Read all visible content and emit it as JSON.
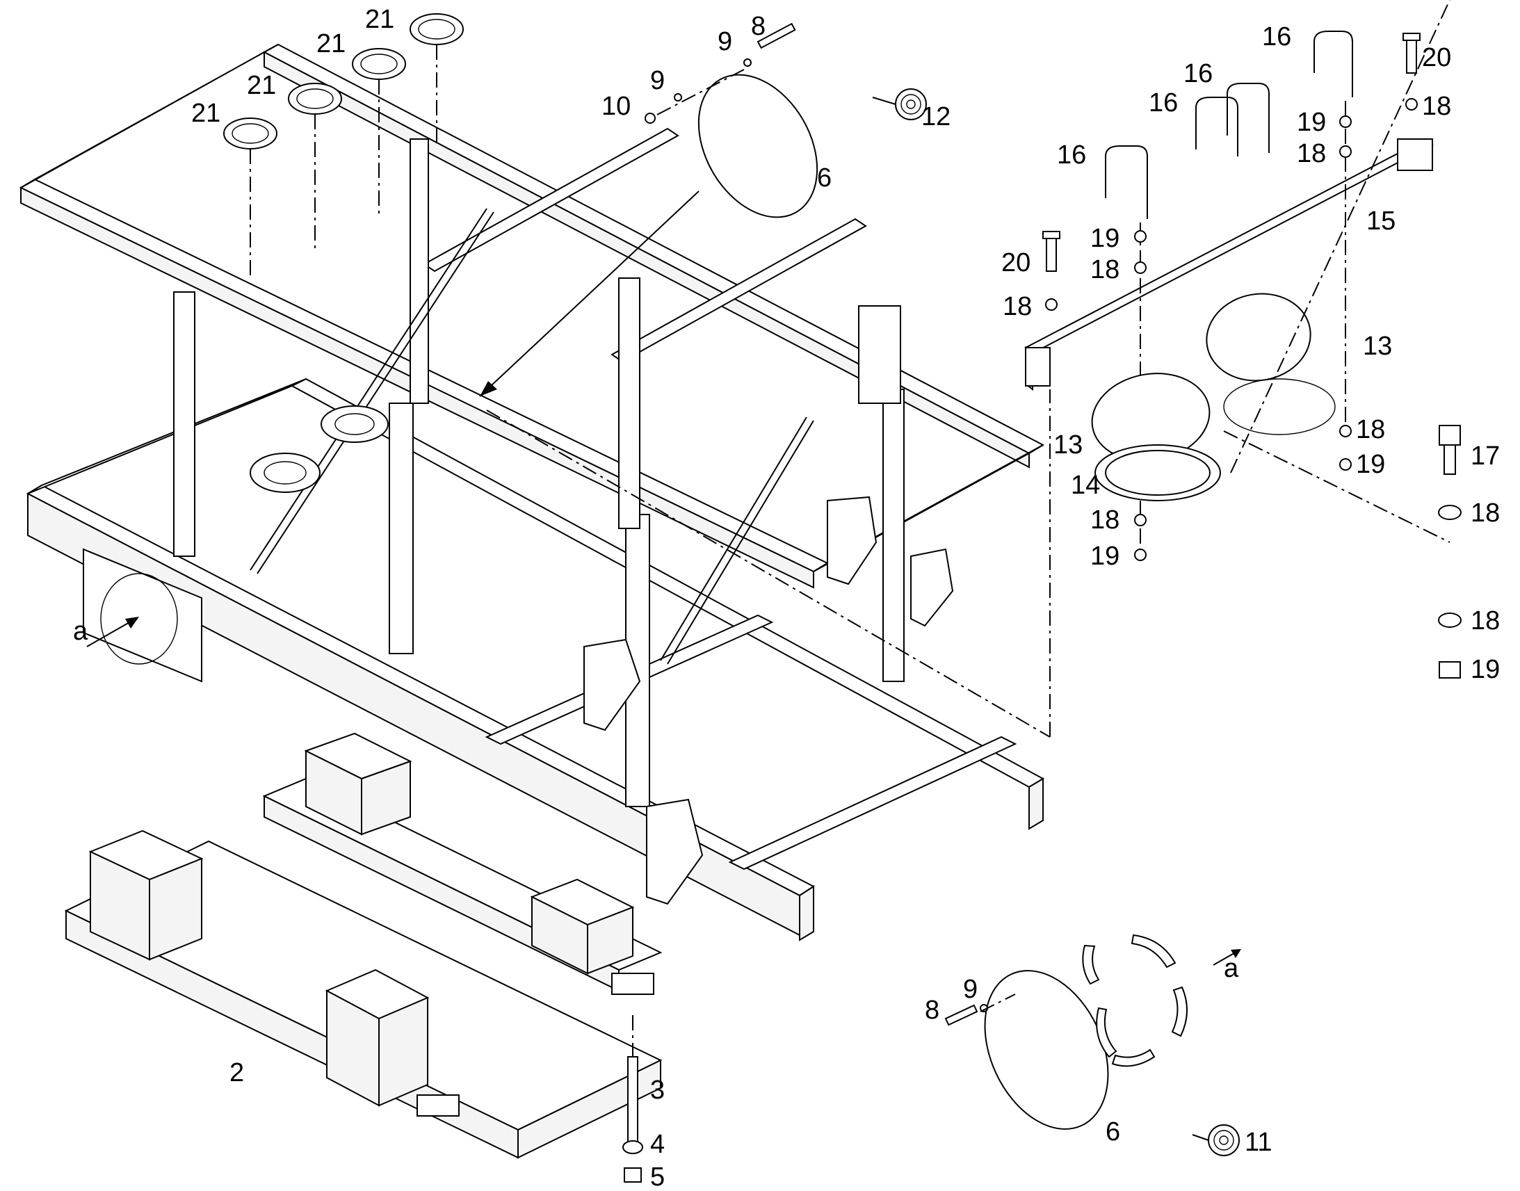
{
  "diagram": {
    "labels": [
      {
        "id": "l21a",
        "text": "21"
      },
      {
        "id": "l21b",
        "text": "21"
      },
      {
        "id": "l21c",
        "text": "21"
      },
      {
        "id": "l21d",
        "text": "21"
      },
      {
        "id": "l8a",
        "text": "8"
      },
      {
        "id": "l9a",
        "text": "9"
      },
      {
        "id": "l9b",
        "text": "9"
      },
      {
        "id": "l10",
        "text": "10"
      },
      {
        "id": "l6a",
        "text": "6"
      },
      {
        "id": "l12",
        "text": "12"
      },
      {
        "id": "l16a",
        "text": "16"
      },
      {
        "id": "l16b",
        "text": "16"
      },
      {
        "id": "l16c",
        "text": "16"
      },
      {
        "id": "l16d",
        "text": "16"
      },
      {
        "id": "l20a",
        "text": "20"
      },
      {
        "id": "l20b",
        "text": "20"
      },
      {
        "id": "l18a",
        "text": "18"
      },
      {
        "id": "l19a",
        "text": "19"
      },
      {
        "id": "l18b",
        "text": "18"
      },
      {
        "id": "l15",
        "text": "15"
      },
      {
        "id": "l19b",
        "text": "19"
      },
      {
        "id": "l18c",
        "text": "18"
      },
      {
        "id": "l18d",
        "text": "18"
      },
      {
        "id": "l13a",
        "text": "13"
      },
      {
        "id": "l13b",
        "text": "13"
      },
      {
        "id": "l18e",
        "text": "18"
      },
      {
        "id": "l19c",
        "text": "19"
      },
      {
        "id": "l14",
        "text": "14"
      },
      {
        "id": "l17",
        "text": "17"
      },
      {
        "id": "l18f",
        "text": "18"
      },
      {
        "id": "l18g",
        "text": "18"
      },
      {
        "id": "l19d",
        "text": "19"
      },
      {
        "id": "l18h",
        "text": "18"
      },
      {
        "id": "l19e",
        "text": "19"
      },
      {
        "id": "la1",
        "text": "a"
      },
      {
        "id": "la2",
        "text": "a"
      },
      {
        "id": "l2",
        "text": "2"
      },
      {
        "id": "l3",
        "text": "3"
      },
      {
        "id": "l4",
        "text": "4"
      },
      {
        "id": "l5",
        "text": "5"
      },
      {
        "id": "l8b",
        "text": "8"
      },
      {
        "id": "l9c",
        "text": "9"
      },
      {
        "id": "l6b",
        "text": "6"
      },
      {
        "id": "l11",
        "text": "11"
      }
    ]
  }
}
